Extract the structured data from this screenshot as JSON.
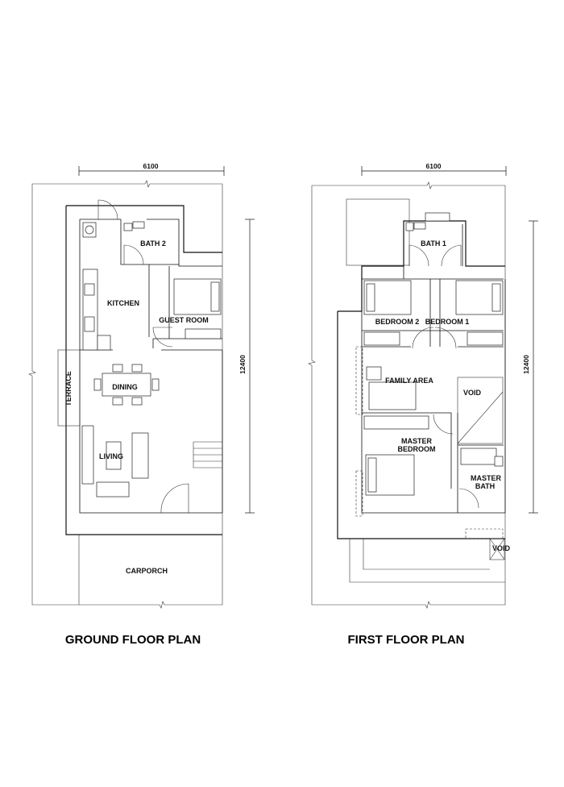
{
  "ground_floor": {
    "title": "GROUND FLOOR PLAN",
    "width_dim": "6100",
    "depth_dim": "12400",
    "rooms": {
      "bath2": "BATH 2",
      "kitchen": "KITCHEN",
      "guest_room": "GUEST ROOM",
      "terrace": "TERRACE",
      "dining": "DINING",
      "living": "LIVING",
      "carporch": "CARPORCH"
    }
  },
  "first_floor": {
    "title": "FIRST FLOOR PLAN",
    "width_dim": "6100",
    "depth_dim": "12400",
    "rooms": {
      "bath1": "BATH 1",
      "bedroom2": "BEDROOM 2",
      "bedroom1": "BEDROOM 1",
      "family_area": "FAMILY AREA",
      "void_upper": "VOID",
      "master_bedroom_1": "MASTER",
      "master_bedroom_2": "BEDROOM",
      "master_bath_1": "MASTER",
      "master_bath_2": "BATH",
      "void_lower": "VOID"
    }
  }
}
